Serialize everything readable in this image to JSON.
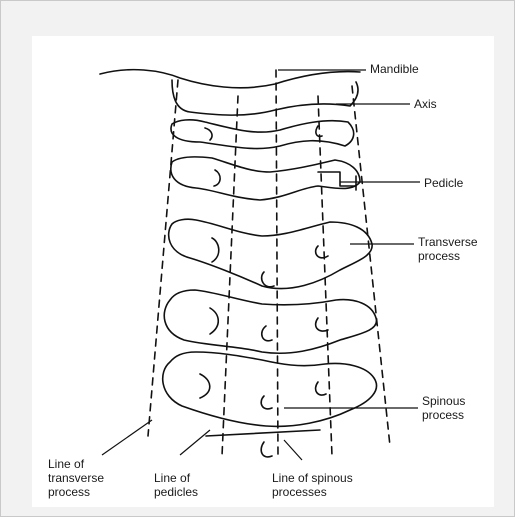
{
  "labels": {
    "mandible": "Mandible",
    "axis": "Axis",
    "pedicle": "Pedicle",
    "transverse_process": "Transverse\nprocess",
    "spinous_process": "Spinous\nprocess",
    "line_of_transverse_process": "Line of\ntransverse\nprocess",
    "line_of_pedicles": "Line of\npedicles",
    "line_of_spinous_processes": "Line of spinous\nprocesses"
  },
  "colors": {
    "frame": "#f2f2f2",
    "panel": "#ffffff",
    "ink": "#111111"
  }
}
